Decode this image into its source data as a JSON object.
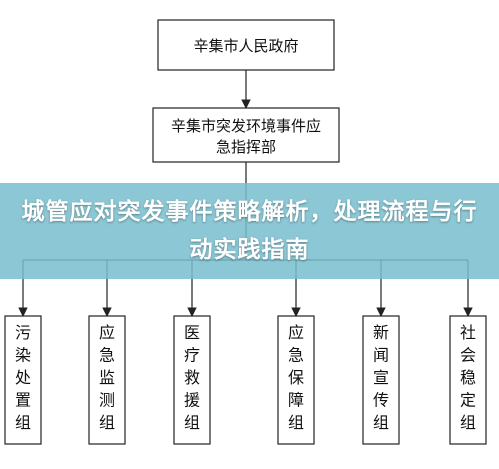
{
  "diagram": {
    "top_node": "辛集市人民政府",
    "command_node": [
      "辛集市突发环境事件应",
      "急指挥部"
    ],
    "groups": [
      [
        "污",
        "染",
        "处",
        "置",
        "组"
      ],
      [
        "应",
        "急",
        "监",
        "测",
        "组"
      ],
      [
        "医",
        "疗",
        "救",
        "援",
        "组"
      ],
      [
        "应",
        "急",
        "保",
        "障",
        "组"
      ],
      [
        "新",
        "闻",
        "宣",
        "传",
        "组"
      ],
      [
        "社",
        "会",
        "稳",
        "定",
        "组"
      ]
    ]
  },
  "banner": {
    "title": "城管应对突发事件策略解析，处理流程与行动实践指南"
  },
  "colors": {
    "line": "#222222",
    "banner": "#78becd",
    "banner_text": "#ffffff"
  }
}
